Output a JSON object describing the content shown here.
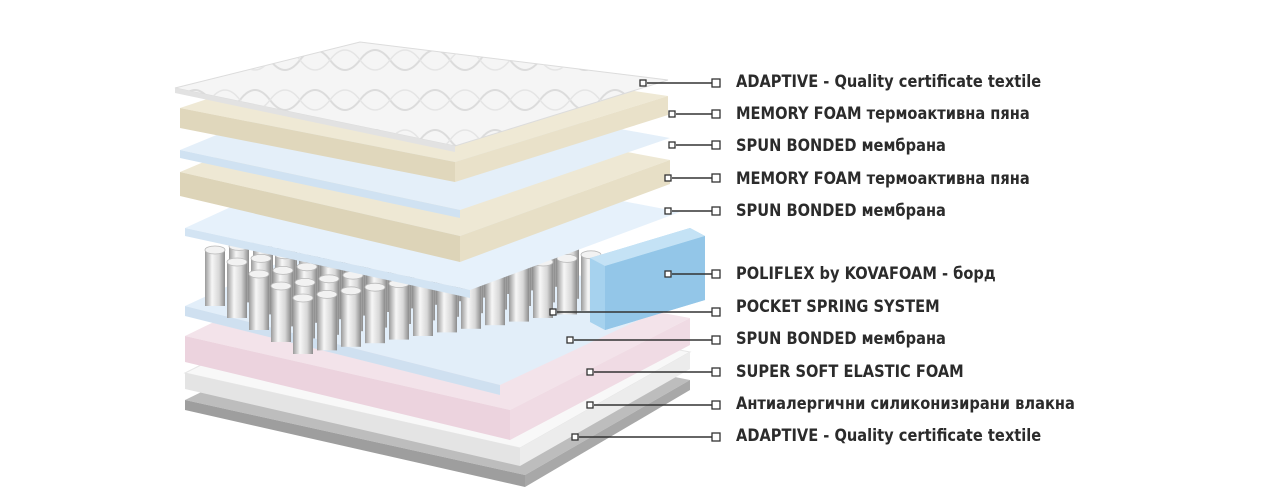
{
  "layers": [
    {
      "label": "ADAPTIVE - Quality certificate textile"
    },
    {
      "label": "MEMORY FOAM термоактивна пяна"
    },
    {
      "label": "SPUN BONDED мембрана"
    },
    {
      "label": "MEMORY FOAM термоактивна пяна"
    },
    {
      "label": "SPUN BONDED мембрана"
    },
    {
      "label": "POLIFLEX by KOVAFOAM - борд"
    },
    {
      "label": "POCKET SPRING SYSTEM"
    },
    {
      "label": "SPUN BONDED мембрана"
    },
    {
      "label": "SUPER SOFT ELASTIC FOAM"
    },
    {
      "label": "Антиалергични силиконизирани влакна"
    },
    {
      "label": "ADAPTIVE - Quality certificate textile"
    }
  ],
  "colors": {
    "textile": "#f4f4f4",
    "memory_foam": "#ede7d3",
    "membrane": "#e3eff9",
    "poliflex": "#a9d4ef",
    "springs": "#e8e8e8",
    "elastic_foam": "#f3e4ea",
    "fibers": "#f7f7f7",
    "bottom_textile": "#c9c9c9",
    "leader_line": "#333333",
    "label_text": "#2b2b2b"
  }
}
